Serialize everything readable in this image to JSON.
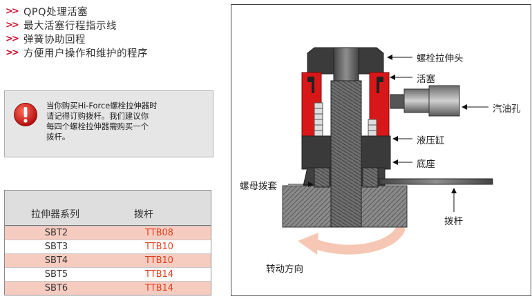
{
  "features": [
    {
      "bullet": ">>",
      "text": "QPQ处理活塞"
    },
    {
      "bullet": ">>",
      "text": "最大活塞行程指示线"
    },
    {
      "bullet": ">>",
      "text": "弹簧协助回程"
    },
    {
      "bullet": ">>",
      "text": "方便用户操作和维护的程序"
    }
  ],
  "notice": {
    "icon": "exclamation-icon",
    "lines": [
      "当你购买Hi-Force螺栓拉伸器时",
      "请记得订购拨杆。我们建议你",
      "每四个螺栓拉伸器需购买一个",
      "拨杆。"
    ]
  },
  "table": {
    "headers": [
      "拉伸器系列",
      "拨杆"
    ],
    "rows": [
      [
        "SBT2",
        "TTB08"
      ],
      [
        "SBT3",
        "TTB10"
      ],
      [
        "SBT4",
        "TTB10"
      ],
      [
        "SBT5",
        "TTB14"
      ],
      [
        "SBT6",
        "TTB14"
      ]
    ]
  },
  "diagram": {
    "labels": {
      "tensioner_head": "螺栓拉伸头",
      "piston": "活塞",
      "oil_port": "汽油孔",
      "hydraulic_cylinder": "液压缸",
      "base": "底座",
      "nut_socket": "螺母拨套",
      "tommy_bar": "拨杆",
      "rotation_direction": "转动方向"
    }
  },
  "colors": {
    "accent": "#c8102e",
    "table_highlight": "#f7ccc0",
    "table_value": "#e0401f",
    "piston_red": "#d81818",
    "rotation_arrow": "#f6c7b4"
  }
}
